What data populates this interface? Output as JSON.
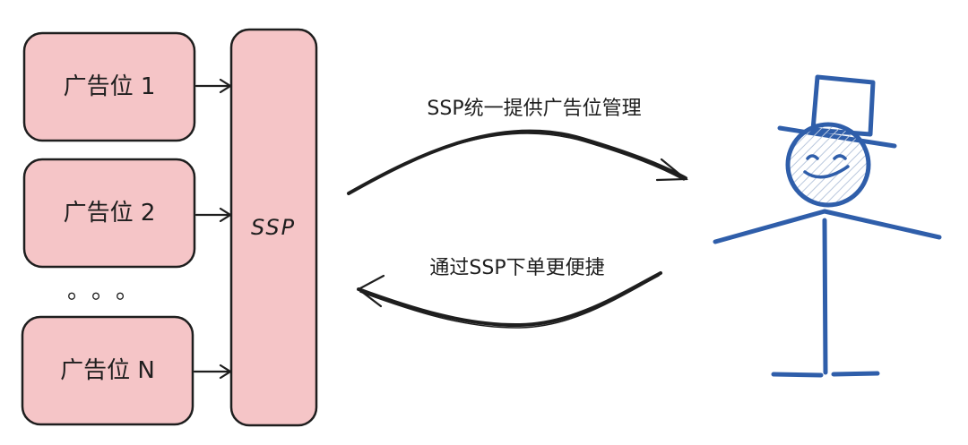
{
  "ad_slots": [
    {
      "label": "广告位 1"
    },
    {
      "label": "广告位 2"
    },
    {
      "label": "广告位 N"
    }
  ],
  "ellipsis": "。。。",
  "ssp": {
    "label": "SSP"
  },
  "arrows": {
    "top_label": "SSP统一提供广告位管理",
    "bottom_label": "通过SSP下单更便捷"
  },
  "colors": {
    "box_fill": "#f5c5c7",
    "stroke": "#1e1e1e",
    "figure": "#2f5eaa",
    "face_hatch": "#b9c7dd"
  }
}
